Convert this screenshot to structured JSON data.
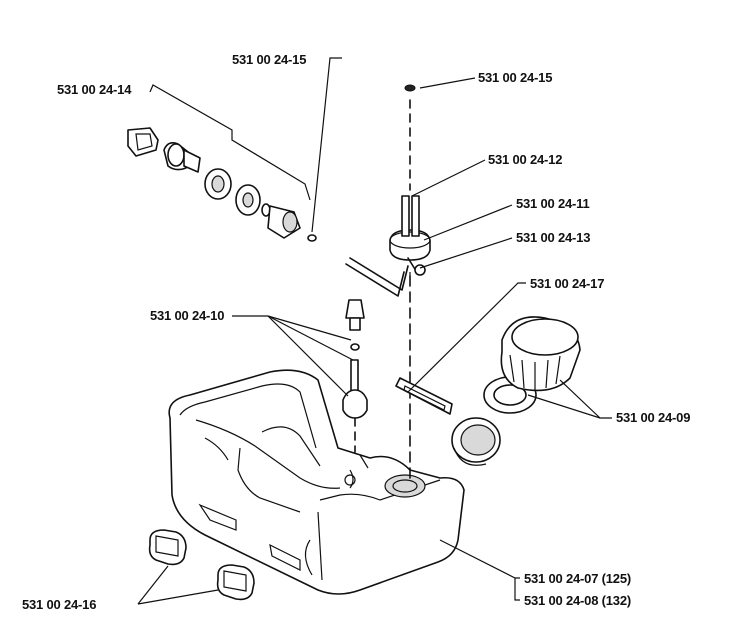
{
  "labels": {
    "p15a": "531 00 24-15",
    "p14": "531 00 24-14",
    "p15b": "531 00 24-15",
    "p12": "531 00 24-12",
    "p11": "531 00 24-11",
    "p13": "531 00 24-13",
    "p17": "531 00 24-17",
    "p10": "531 00 24-10",
    "p09": "531 00 24-09",
    "p07": "531 00 24-07 (125)",
    "p08": "531 00 24-08 (132)",
    "p16": "531 00 24-16"
  }
}
